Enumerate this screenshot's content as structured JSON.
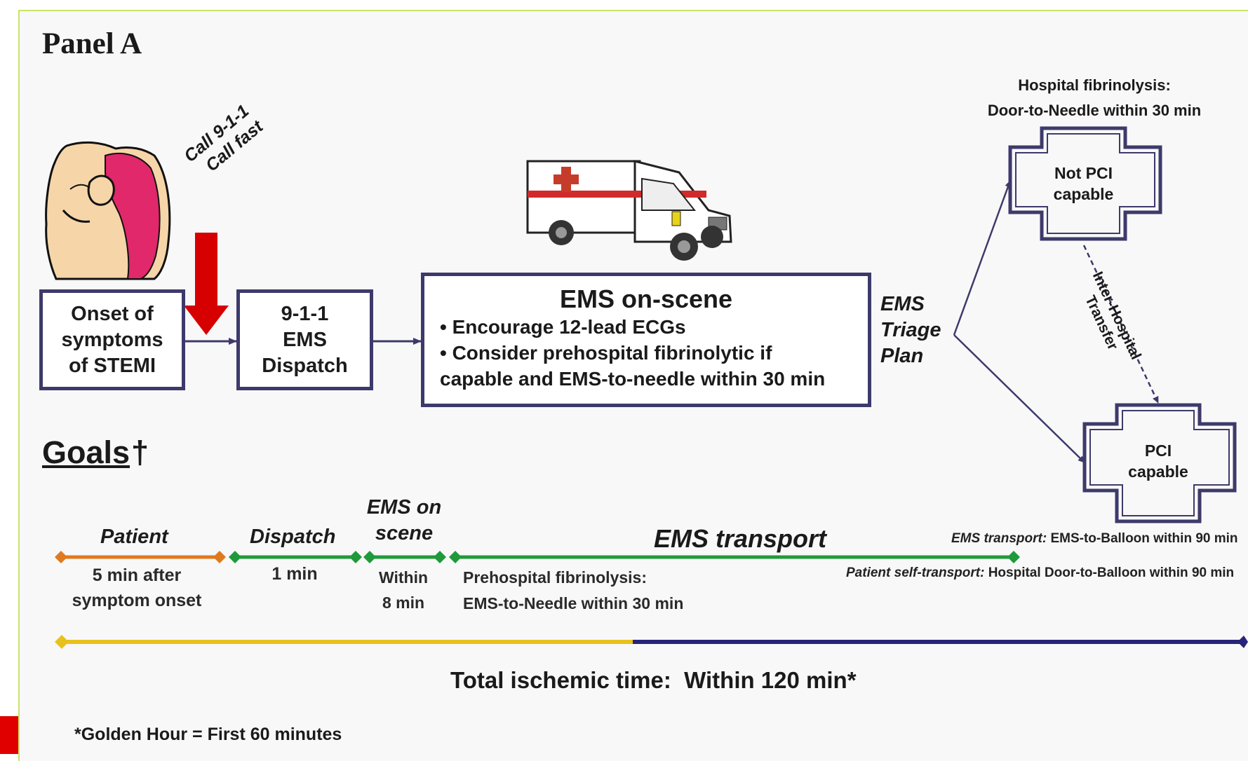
{
  "panel_title": "Panel A",
  "call_label": {
    "line1": "Call 9-1-1",
    "line2": "Call fast"
  },
  "boxes": {
    "onset": "Onset of\nsymptoms\nof STEMI",
    "dispatch": "9-1-1\nEMS\nDispatch",
    "ems_onscene_title": "EMS on-scene",
    "ems_onscene_b1": "• Encourage 12-lead ECGs",
    "ems_onscene_b2": "• Consider prehospital fibrinolytic if",
    "ems_onscene_b3": "capable and EMS-to-needle within 30 min",
    "not_pci": "Not PCI\ncapable",
    "pci": "PCI\ncapable"
  },
  "triage": {
    "line1": "EMS",
    "line2": "Triage",
    "line3": "Plan"
  },
  "hospital_fibrinolysis": {
    "line1": "Hospital fibrinolysis:",
    "line2": "Door-to-Needle within 30 min"
  },
  "inter_hospital": {
    "line1": "Inter-Hospital",
    "line2": "Transfer"
  },
  "goals_heading": "Goals",
  "goals_dagger": "†",
  "timeline": {
    "patient": {
      "title": "Patient",
      "line1": "5 min after",
      "line2": "symptom onset"
    },
    "dispatch": {
      "title": "Dispatch",
      "line1": "1 min"
    },
    "ems_on_scene": {
      "title1": "EMS on",
      "title2": "scene",
      "line1": "Within",
      "line2": "8 min"
    },
    "ems_transport": {
      "title": "EMS transport",
      "line1": "Prehospital fibrinolysis:",
      "line2": "EMS-to-Needle within 30 min"
    },
    "ems_transport_note_label": "EMS transport:",
    "ems_transport_note_text": " EMS-to-Balloon within 90 min",
    "self_transport_note_label": "Patient self-transport:",
    "self_transport_note_text": " Hospital Door-to-Balloon within 90 min"
  },
  "total_time": "Total ischemic time:  Within 120 min*",
  "footnote": "*Golden Hour = First 60 minutes",
  "colors": {
    "frame_border": "#c8e46a",
    "box_border": "#3d3a6b",
    "arrow_red": "#d60000",
    "patient_line": "#e07a1f",
    "dispatch_line": "#1f9a3a",
    "total_yellow": "#e8c21c",
    "total_navy": "#28237a",
    "torso_skin": "#f6d5a8",
    "pain_pink": "#e0286a"
  },
  "icons": [
    "chest-pain-figure-icon",
    "ambulance-icon",
    "red-down-arrow-icon",
    "hospital-cross-frame-icon"
  ]
}
